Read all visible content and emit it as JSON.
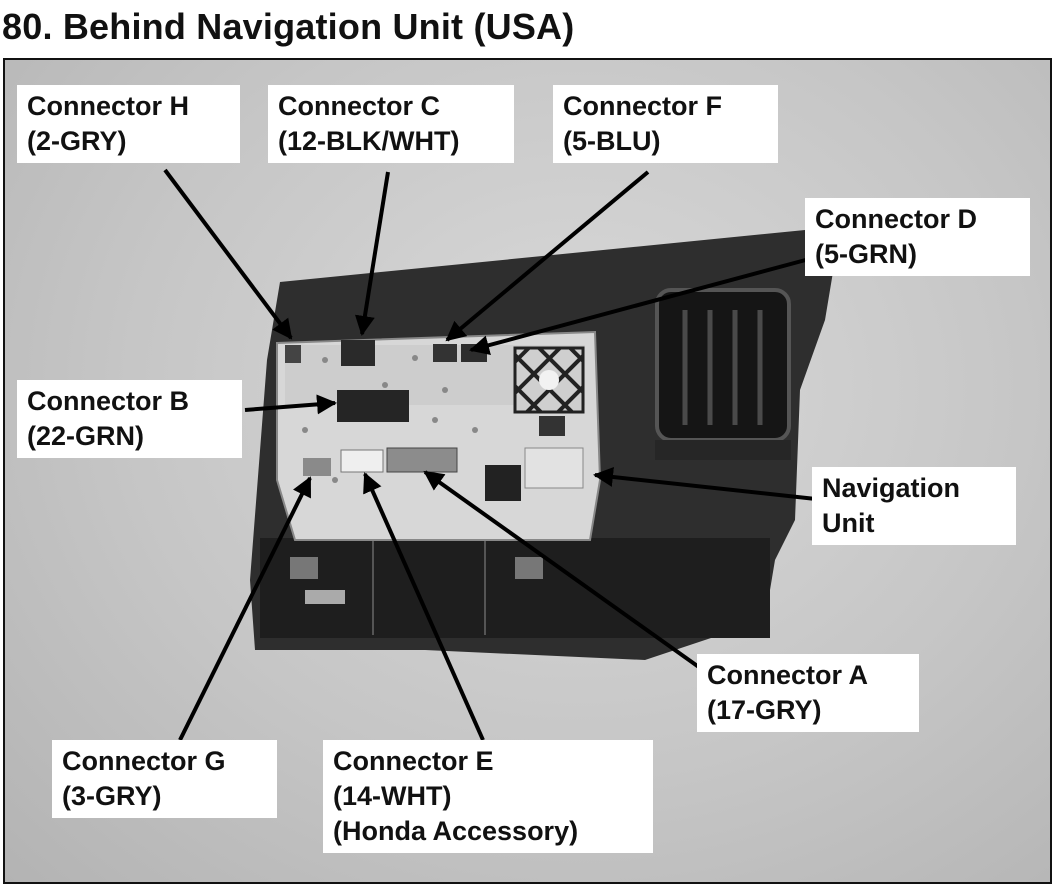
{
  "title": "80. Behind Navigation Unit (USA)",
  "labels": {
    "h": {
      "name": "Connector H",
      "spec": "(2-GRY)"
    },
    "c": {
      "name": "Connector C",
      "spec": "(12-BLK/WHT)"
    },
    "f": {
      "name": "Connector F",
      "spec": "(5-BLU)"
    },
    "d": {
      "name": "Connector D",
      "spec": "(5-GRN)"
    },
    "b": {
      "name": "Connector B",
      "spec": "(22-GRN)"
    },
    "nav": {
      "line1": "Navigation",
      "line2": "Unit"
    },
    "a": {
      "name": "Connector A",
      "spec": "(17-GRY)"
    },
    "g": {
      "name": "Connector G",
      "spec": "(3-GRY)"
    },
    "e": {
      "name": "Connector E",
      "spec": "(14-WHT)",
      "note": "(Honda Accessory)"
    }
  }
}
